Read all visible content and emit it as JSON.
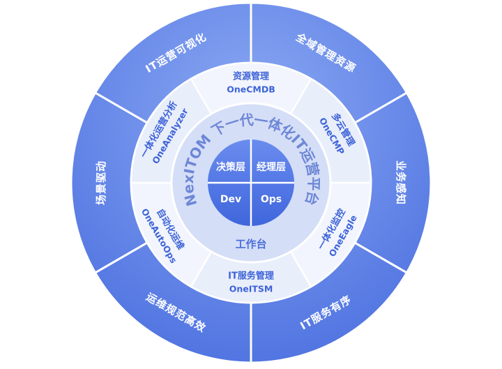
{
  "colors": {
    "outer_ring": "#5b7fe6",
    "outer_ring_light": "#7d9cf0",
    "middle_ring": "#eef2fc",
    "middle_divider": "#ffffff",
    "inner_ring": "#d5def7",
    "core": "#4f75e2",
    "accent_text": "#3d63d8",
    "title_text": "#6d87d6"
  },
  "outer_ring": {
    "segments": [
      {
        "label": "全域管理资源"
      },
      {
        "label": "业务感知"
      },
      {
        "label": "IT服务有序"
      },
      {
        "label": "运维规范高效"
      },
      {
        "label": "场景驱动"
      },
      {
        "label": "IT运营可视化"
      }
    ]
  },
  "middle_ring": {
    "segments": [
      {
        "cn": "资源管理",
        "en": "OneCMDB"
      },
      {
        "cn": "多云管理",
        "en": "OneCMP"
      },
      {
        "cn": "一体化监控",
        "en": "OneEagle"
      },
      {
        "cn": "IT服务管理",
        "en": "OneITSM"
      },
      {
        "cn": "自动化运维",
        "en": "OneAutoOps"
      },
      {
        "cn": "一体化运营分析",
        "en": "OneAnalyzer"
      }
    ]
  },
  "inner_ring": {
    "title": "NexITOM 下一代一体化IT运营平台",
    "bench": "工作台"
  },
  "core": {
    "quadrants": [
      "决策层",
      "经理层",
      "Dev",
      "Ops"
    ]
  }
}
